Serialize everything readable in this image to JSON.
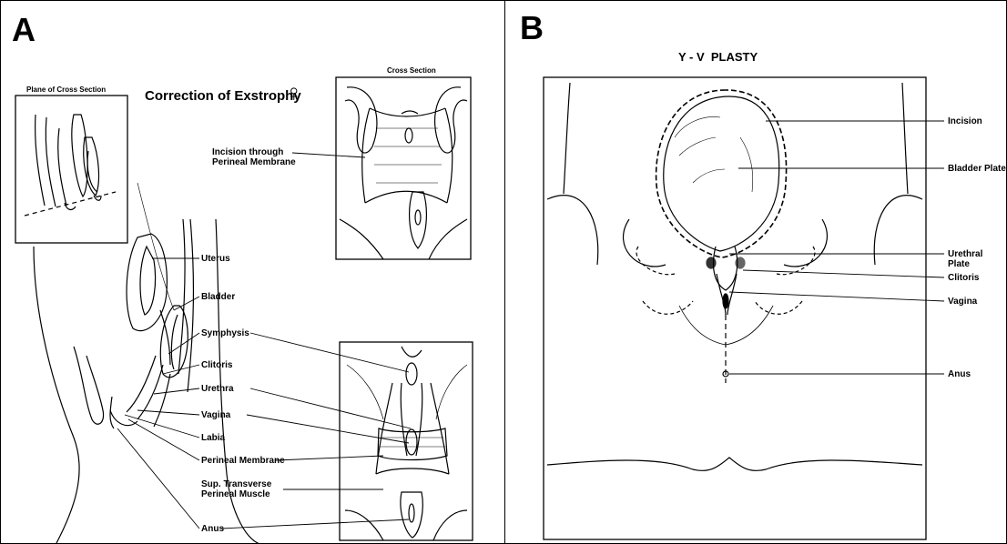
{
  "panel_a": {
    "letter": "A",
    "title": "Correction of Exstrophy",
    "gender_symbol": "♀",
    "inset_plane_title": "Plane of Cross Section",
    "inset_cross_title": "Cross Section",
    "cross_label": "Incision through\nPerineal Membrane",
    "labels": {
      "uterus": "Uterus",
      "bladder": "Bladder",
      "symphysis": "Symphysis",
      "clitoris": "Clitoris",
      "urethra": "Urethra",
      "vagina": "Vagina",
      "labia": "Labia",
      "perineal_membrane": "Perineal Membrane",
      "sup_transverse": "Sup. Transverse\nPerineal Muscle",
      "anus": "Anus"
    }
  },
  "panel_b": {
    "letter": "B",
    "title": "Y - V  PLASTY",
    "labels": {
      "incision": "Incision",
      "bladder_plate": "Bladder Plate",
      "urethral_plate": "Urethral Plate",
      "clitoris": "Clitoris",
      "vagina": "Vagina",
      "anus": "Anus"
    }
  }
}
